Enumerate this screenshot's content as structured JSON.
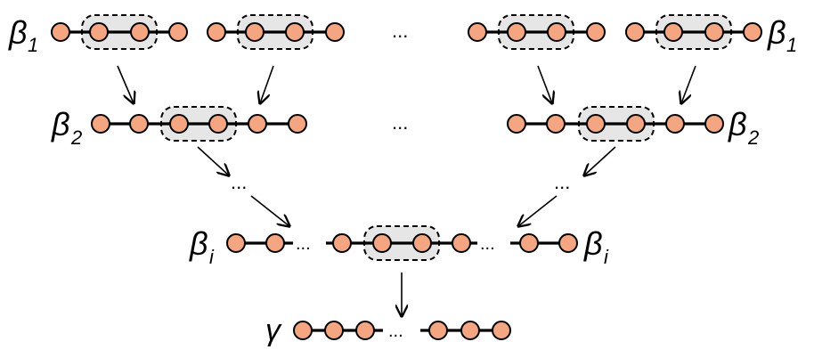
{
  "labels": {
    "beta1": {
      "symbol": "β",
      "sub": "1"
    },
    "beta2": {
      "symbol": "β",
      "sub": "2"
    },
    "betai": {
      "symbol": "β",
      "sub": "i"
    },
    "gamma": {
      "symbol": "γ"
    }
  },
  "ellipsis": "...",
  "colors": {
    "node_fill": "#F4A582",
    "node_stroke": "#000000",
    "merge_box_fill": "#E6E6E6"
  }
}
